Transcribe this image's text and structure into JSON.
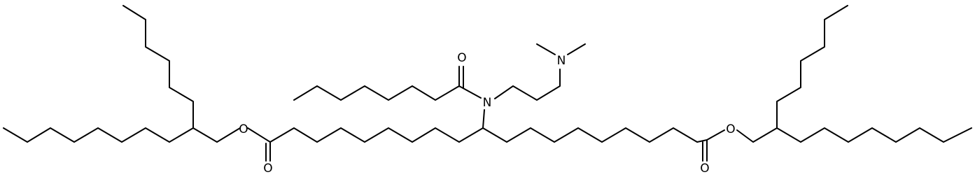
{
  "diagram": {
    "type": "skeletal-structure",
    "bond_color": "#000000",
    "background": "#ffffff",
    "atoms": {
      "n_amide": "N",
      "n_amine": "N",
      "o_amide": "O",
      "o_ester_left": "O",
      "o_carbonyl_left": "O",
      "o_ester_right": "O",
      "o_carbonyl_right": "O"
    }
  }
}
